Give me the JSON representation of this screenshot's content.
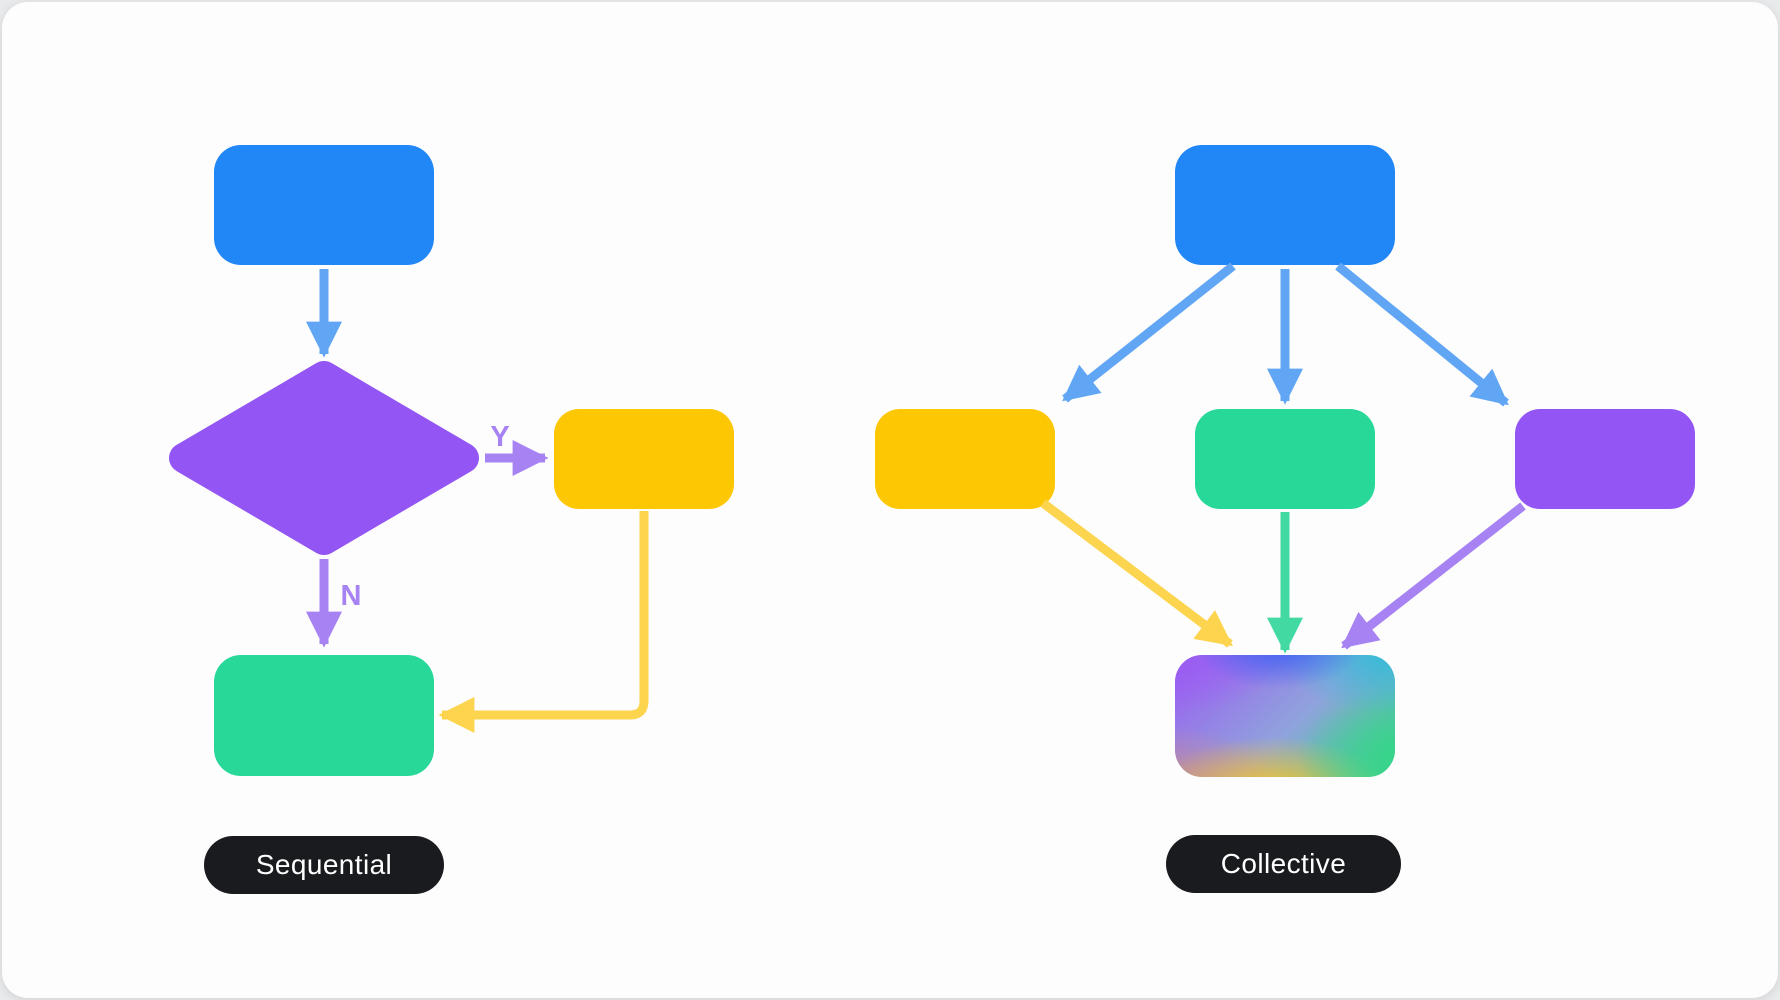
{
  "page": {
    "outer_background": "#e9eaec",
    "card_background": "#fdfdfd"
  },
  "colors": {
    "node_blue": "#2186f6",
    "arrow_blue": "#61a6f5",
    "node_purple": "#9355f3",
    "arrow_purple": "#a782f2",
    "node_yellow": "#fdc703",
    "arrow_yellow": "#fcd44d",
    "node_green": "#27d898",
    "arrow_green": "#43d9a3",
    "pill_background": "#191b1f",
    "pill_text": "#ffffff"
  },
  "left_diagram": {
    "label": "Sequential",
    "branch_yes_label": "Y",
    "branch_no_label": "N",
    "nodes": [
      {
        "id": "start",
        "shape": "rounded-rect",
        "color": "blue"
      },
      {
        "id": "decision",
        "shape": "diamond",
        "color": "purple"
      },
      {
        "id": "branch-yes",
        "shape": "rounded-rect",
        "color": "yellow"
      },
      {
        "id": "end",
        "shape": "rounded-rect",
        "color": "green"
      }
    ],
    "edges": [
      {
        "from": "start",
        "to": "decision",
        "label": ""
      },
      {
        "from": "decision",
        "to": "branch-yes",
        "label": "Y"
      },
      {
        "from": "decision",
        "to": "end",
        "label": "N"
      },
      {
        "from": "branch-yes",
        "to": "end",
        "label": ""
      }
    ]
  },
  "right_diagram": {
    "label": "Collective",
    "nodes": [
      {
        "id": "root",
        "shape": "rounded-rect",
        "color": "blue"
      },
      {
        "id": "worker-1",
        "shape": "rounded-rect",
        "color": "yellow"
      },
      {
        "id": "worker-2",
        "shape": "rounded-rect",
        "color": "green"
      },
      {
        "id": "worker-3",
        "shape": "rounded-rect",
        "color": "purple"
      },
      {
        "id": "output",
        "shape": "rounded-rect",
        "color": "gradient"
      }
    ],
    "edges": [
      {
        "from": "root",
        "to": "worker-1",
        "label": ""
      },
      {
        "from": "root",
        "to": "worker-2",
        "label": ""
      },
      {
        "from": "root",
        "to": "worker-3",
        "label": ""
      },
      {
        "from": "worker-1",
        "to": "output",
        "label": ""
      },
      {
        "from": "worker-2",
        "to": "output",
        "label": ""
      },
      {
        "from": "worker-3",
        "to": "output",
        "label": ""
      }
    ],
    "gradient_node_colors": {
      "top_left": "#9b5cf2",
      "top_center": "#3b62f3",
      "top_right": "#35bcd8",
      "right_green": "#36d589",
      "bottom_center": "#f9c32c",
      "bottom_left": "#c98a8e",
      "base": "#8fa3dc"
    }
  }
}
